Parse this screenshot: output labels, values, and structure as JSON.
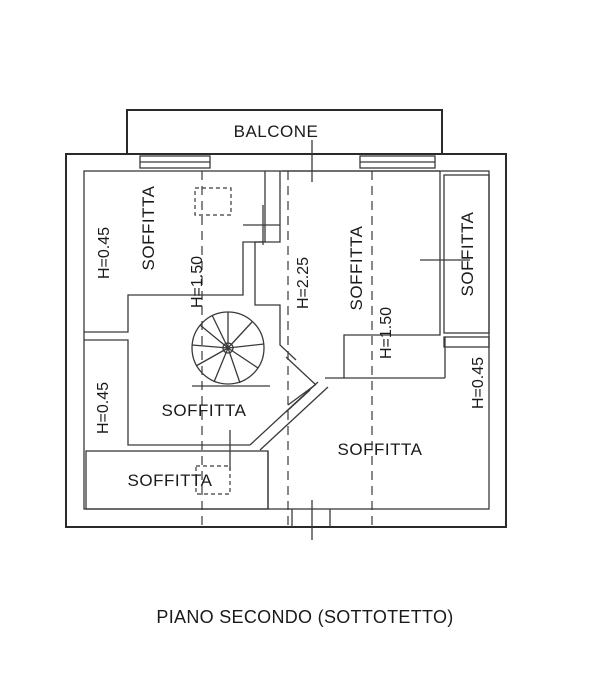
{
  "plan": {
    "caption": "PIANO SECONDO (SOTTOTETTO)",
    "rooms": {
      "balcone": "BALCONE",
      "soffitta_left_top": "SOFFITTA",
      "soffitta_center_top": "SOFFITTA",
      "soffitta_right_strip": "SOFFITTA",
      "soffitta_stair": "SOFFITTA",
      "soffitta_right_bottom": "SOFFITTA",
      "soffitta_left_bottom": "SOFFITTA"
    },
    "heights": {
      "h_left_top": "H=0.45",
      "h_left_mid": "H=1.50",
      "h_center": "H=2.25",
      "h_center_right": "H=1.50",
      "h_left_bottom": "H=0.45",
      "h_right": "H=0.45"
    }
  }
}
